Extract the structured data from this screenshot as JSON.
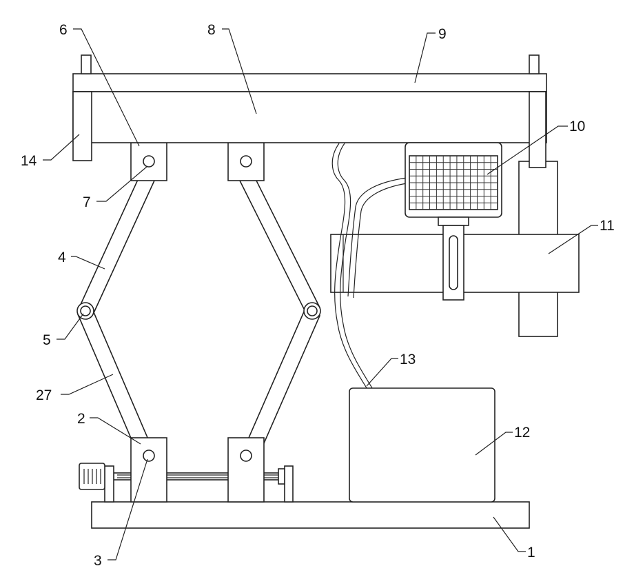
{
  "diagram": {
    "colors": {
      "line": "#222222",
      "background": "#ffffff"
    },
    "labels": {
      "l1": "1",
      "l2": "2",
      "l3": "3",
      "l4": "4",
      "l5": "5",
      "l6": "6",
      "l7": "7",
      "l8": "8",
      "l9": "9",
      "l10": "10",
      "l11": "11",
      "l12": "12",
      "l13": "13",
      "l14": "14",
      "l27": "27"
    }
  }
}
